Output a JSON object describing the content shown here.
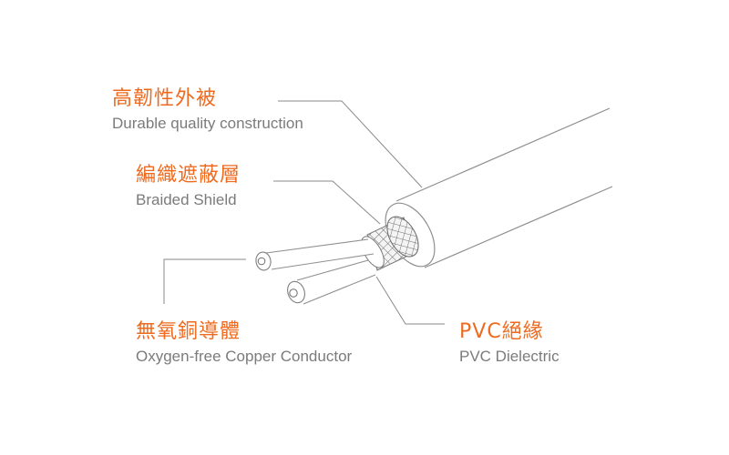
{
  "colors": {
    "accent": "#ee6a1f",
    "subtitle": "#7b7b7b",
    "line": "#8a8a8a"
  },
  "labels": {
    "jacket": {
      "zh": "高韌性外被",
      "en": "Durable quality construction"
    },
    "shield": {
      "zh": "編織遮蔽層",
      "en": "Braided Shield"
    },
    "conductor": {
      "zh": "無氧銅導體",
      "en": "Oxygen-free Copper Conductor"
    },
    "dielectric": {
      "zh": "PVC絕緣",
      "en": "PVC Dielectric"
    }
  }
}
